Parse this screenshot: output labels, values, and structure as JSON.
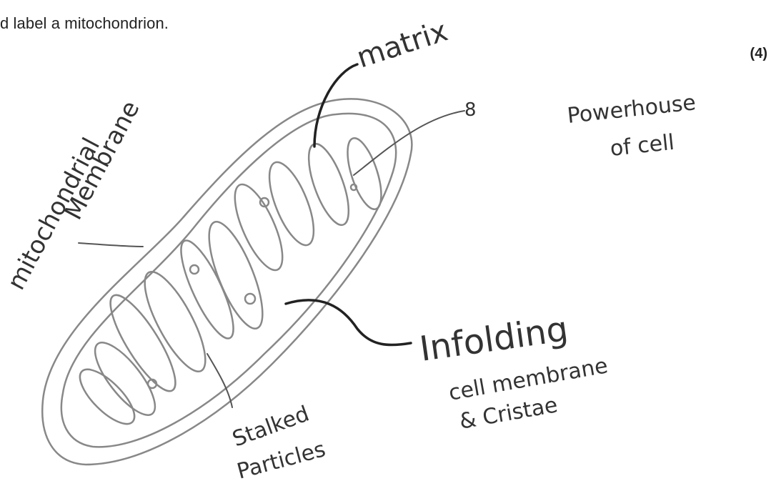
{
  "question": {
    "prompt": "d label a mitochondrion.",
    "marks": "(4)"
  },
  "annotations": {
    "matrix": "matrix",
    "membrane_line1": "mitochondrial",
    "membrane_line2": "Membrane",
    "powerhouse_line1": "Powerhouse",
    "powerhouse_line2": "of cell",
    "infolding": "Infolding",
    "infolding_line2": "cell membrane",
    "infolding_line3": "& Cristae",
    "stalked_line1": "Stalked",
    "stalked_line2": "Particles",
    "eight_mark": "8"
  }
}
